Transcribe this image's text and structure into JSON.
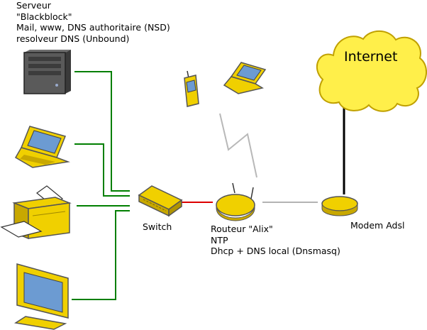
{
  "server": {
    "label_lines": [
      "Serveur",
      "\"Blackblock\"",
      "Mail, www, DNS authoritaire (NSD)",
      "resolveur DNS (Unbound)"
    ]
  },
  "switch": {
    "label": "Switch"
  },
  "router": {
    "label_lines": [
      "Routeur \"Alix\"",
      "NTP",
      "Dhcp + DNS local (Dnsmasq)"
    ]
  },
  "modem": {
    "label": "Modem Adsl"
  },
  "internet": {
    "label": "Internet"
  },
  "colors": {
    "lan_link": "#007f00",
    "router_link": "#dd0000",
    "modem_link": "#9a9a9a",
    "wifi_link": "#b8b8b8",
    "internet_link": "#000000",
    "device_yellow": "#f0d000",
    "cloud_yellow": "#ffef4a",
    "screen_blue": "#6c9bd2"
  }
}
